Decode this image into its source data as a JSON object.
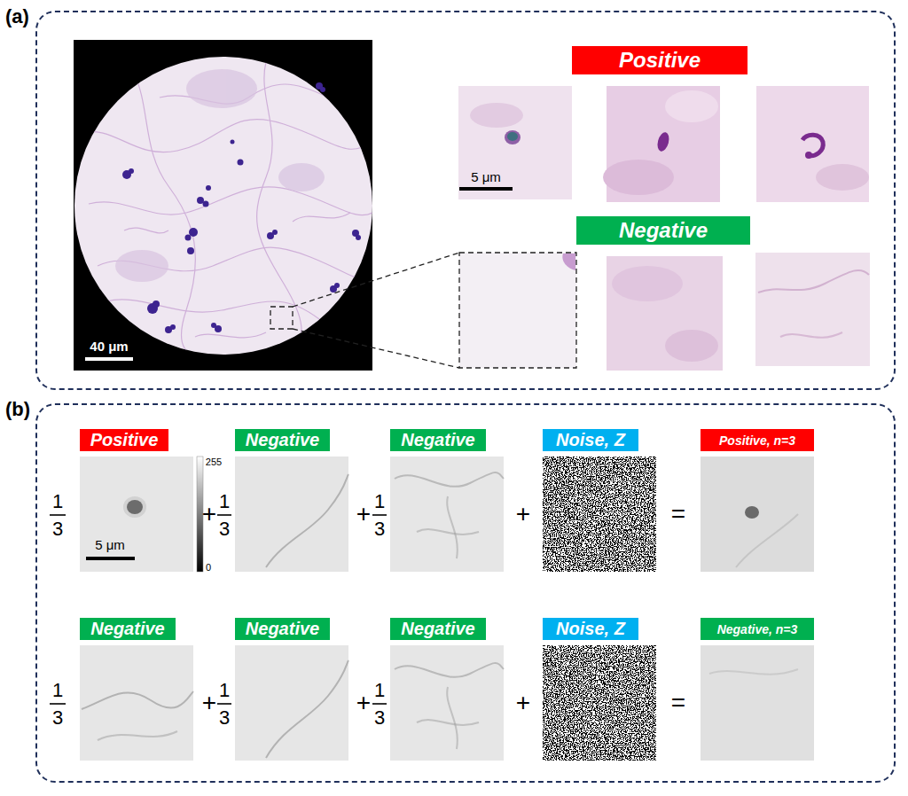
{
  "diagram": {
    "nodes": [
      {
        "text": [
          "(a)"
        ]
      },
      {
        "text": [
          "Positive"
        ],
        "in": 0
      },
      {
        "text": [
          "Negative"
        ],
        "in": 0
      },
      {
        "text": [
          "(b)"
        ]
      },
      {
        "text": [
          "Positive"
        ],
        "in": 3
      },
      {
        "text": [
          "Negative"
        ],
        "in": 3
      },
      {
        "text": [
          "Negative"
        ],
        "in": 3
      },
      {
        "text": [
          "Noise, Z"
        ],
        "in": 3
      },
      {
        "text": [
          "Positive, n=3"
        ],
        "in": 3
      },
      {
        "text": [
          "Negative"
        ],
        "in": 3
      },
      {
        "text": [
          "Negative"
        ],
        "in": 3
      },
      {
        "text": [
          "Negative"
        ],
        "in": 3
      },
      {
        "text": [
          "Noise, Z"
        ],
        "in": 3
      },
      {
        "text": [
          "Negative, n=3"
        ],
        "in": 3
      }
    ],
    "labels": [
      "40 μm",
      "5 μm",
      "1",
      "3",
      "5 μm",
      "255",
      "0",
      "+",
      "1",
      "3",
      "+",
      "1",
      "3",
      "+",
      "=",
      "1",
      "3",
      "+",
      "1",
      "3",
      "+",
      "1",
      "3",
      "+",
      "="
    ]
  }
}
